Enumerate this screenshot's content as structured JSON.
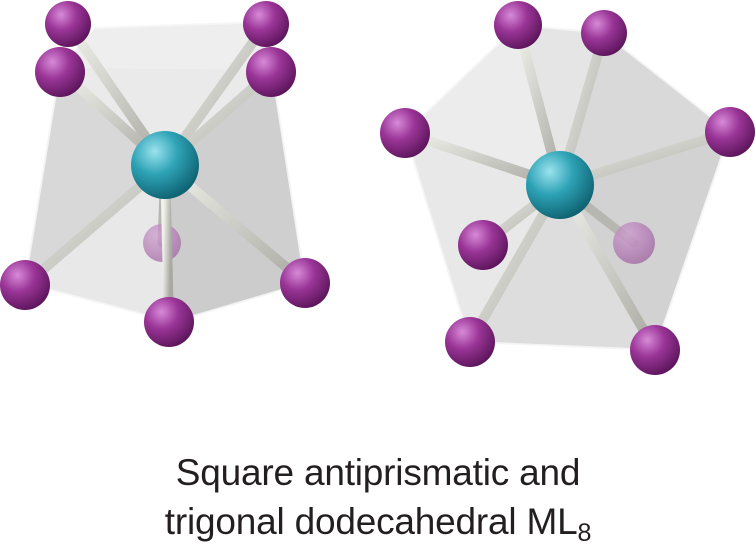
{
  "caption": {
    "line1": "Square antiprismatic and",
    "line2_main": "trigonal dodecahedral ML",
    "line2_subscript": "8"
  },
  "colors": {
    "ligand": "#8e2b8e",
    "metal": "#2a9db0",
    "bond": "#c9c9c3",
    "polyhedron": "#d5d5d5",
    "background": "#ffffff",
    "text": "#231f20"
  }
}
